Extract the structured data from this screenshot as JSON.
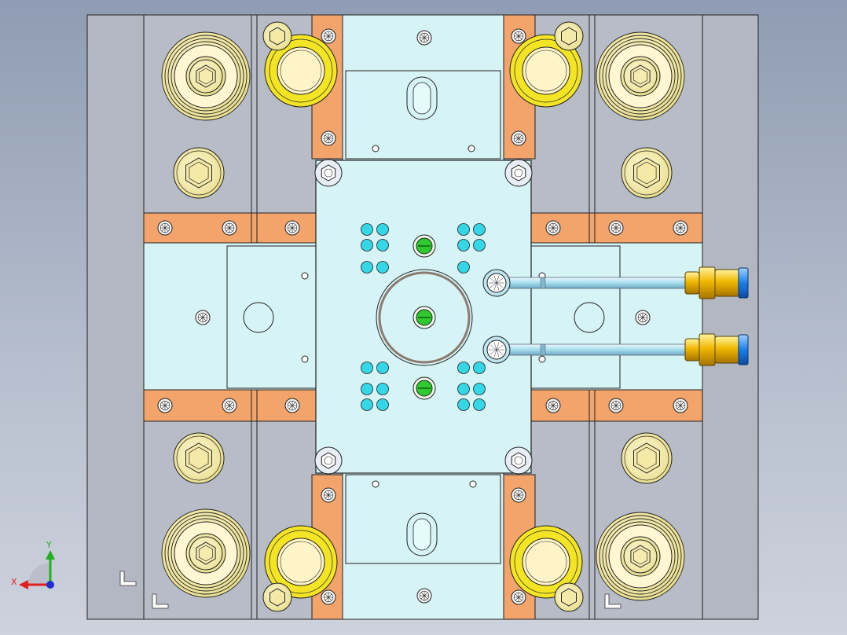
{
  "viewport": {
    "name": "cad-3d-viewport",
    "background": "#a8b2c4"
  },
  "colors": {
    "plate": "#b7bcc7",
    "cyan_plate": "#d6f3f5",
    "copper": "#f2a46b",
    "gold": "#f4ecae",
    "yellow_ring": "#f3e425",
    "coolant_hole": "#35d6e6",
    "green_screw": "#2fca2f",
    "hose": "#a6dcec",
    "fitting_brass": "#f0b800",
    "fitting_blue": "#1a7fe8",
    "line": "#222222"
  },
  "triad": {
    "x_label": "X",
    "y_label": "Y",
    "x_color": "#e02020",
    "y_color": "#20b020",
    "z_color": "#2030d0"
  },
  "model": {
    "fittings": [
      "quick-connector-upper",
      "quick-connector-lower"
    ],
    "coolant_hole_groups": 4,
    "guide_pillars": 4,
    "return_pins": 4
  }
}
